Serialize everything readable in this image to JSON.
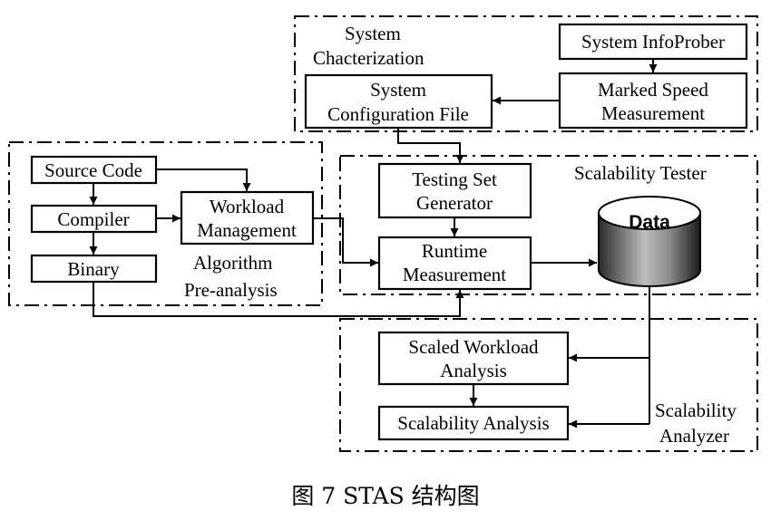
{
  "groups": {
    "system_characterization": [
      "System",
      "Chacterization"
    ],
    "algorithm_preanalysis": [
      "Algorithm",
      "Pre-analysis"
    ],
    "scalability_tester": "Scalability Tester",
    "scalability_analyzer": [
      "Scalability",
      "Analyzer"
    ]
  },
  "boxes": {
    "system_infoprober": "System InfoProber",
    "marked_speed": [
      "Marked Speed",
      "Measurement"
    ],
    "system_config_file": [
      "System",
      "Configuration File"
    ],
    "source_code": "Source Code",
    "compiler": "Compiler",
    "binary": "Binary",
    "workload_management": [
      "Workload",
      "Management"
    ],
    "testing_set_generator": [
      "Testing Set",
      "Generator"
    ],
    "runtime_measurement": [
      "Runtime",
      "Measurement"
    ],
    "scaled_workload": [
      "Scaled Workload",
      "Analysis"
    ],
    "scalability_analysis": "Scalability Analysis"
  },
  "database": "Data",
  "caption": "图 7   STAS 结构图"
}
